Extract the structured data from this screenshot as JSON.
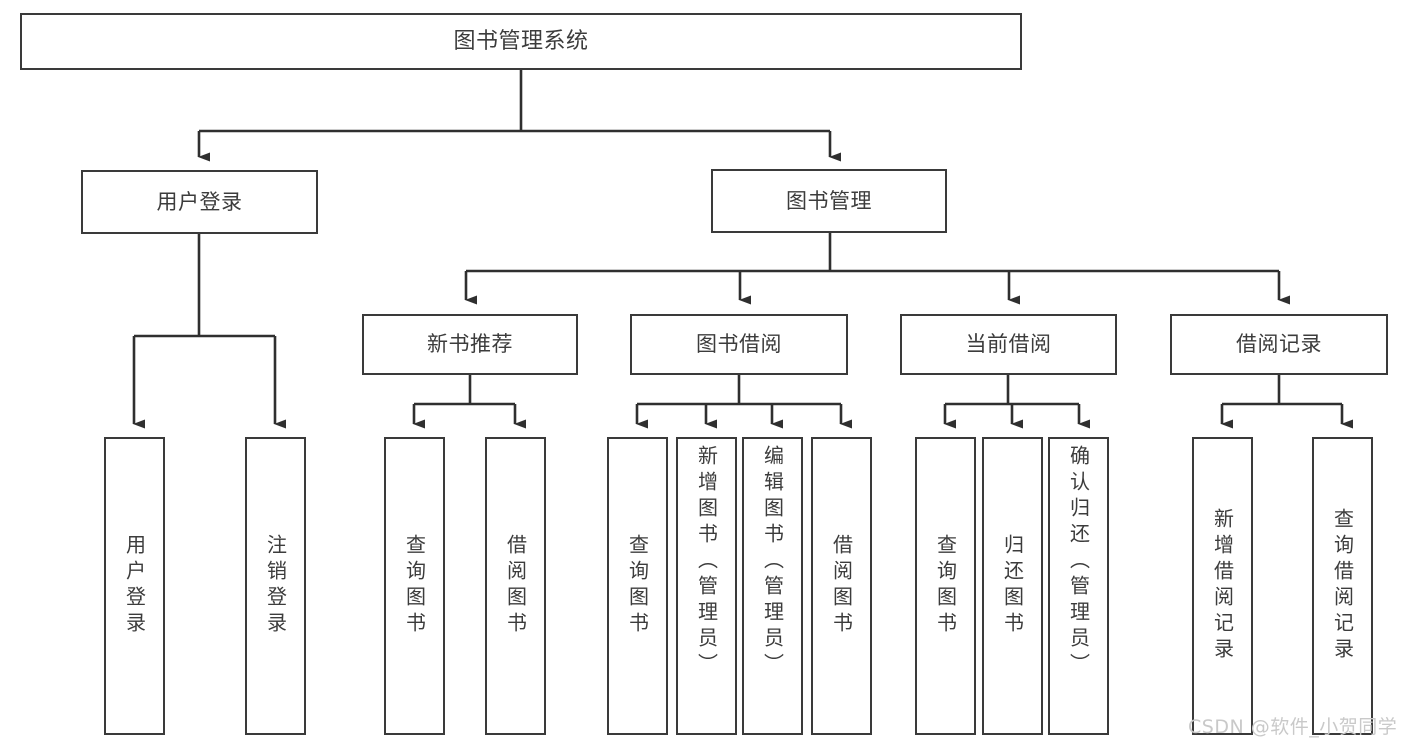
{
  "diagram": {
    "title": "图书管理系统",
    "type": "tree-hierarchy-diagram",
    "colors": {
      "box_border": "#3a3a3a",
      "text": "#3c3c3c",
      "background": "#ffffff",
      "watermark": "#c9c9c9"
    },
    "root": {
      "label": "图书管理系统"
    },
    "level2": [
      {
        "label": "用户登录"
      },
      {
        "label": "图书管理"
      }
    ],
    "level3": [
      {
        "label": "新书推荐"
      },
      {
        "label": "图书借阅"
      },
      {
        "label": "当前借阅"
      },
      {
        "label": "借阅记录"
      }
    ],
    "leaves": {
      "user_login": [
        {
          "label": "用户登录"
        },
        {
          "label": "注销登录"
        }
      ],
      "new_book_recommend": [
        {
          "label": "查询图书"
        },
        {
          "label": "借阅图书"
        }
      ],
      "book_borrow": [
        {
          "label": "查询图书"
        },
        {
          "label": "新增图书（管理员）"
        },
        {
          "label": "编辑图书（管理员）"
        },
        {
          "label": "借阅图书"
        }
      ],
      "current_borrow": [
        {
          "label": "查询图书"
        },
        {
          "label": "归还图书"
        },
        {
          "label": "确认归还（管理员）"
        }
      ],
      "borrow_record": [
        {
          "label": "新增借阅记录"
        },
        {
          "label": "查询借阅记录"
        }
      ]
    }
  },
  "watermark": {
    "text": "CSDN @软件_小贺同学"
  }
}
